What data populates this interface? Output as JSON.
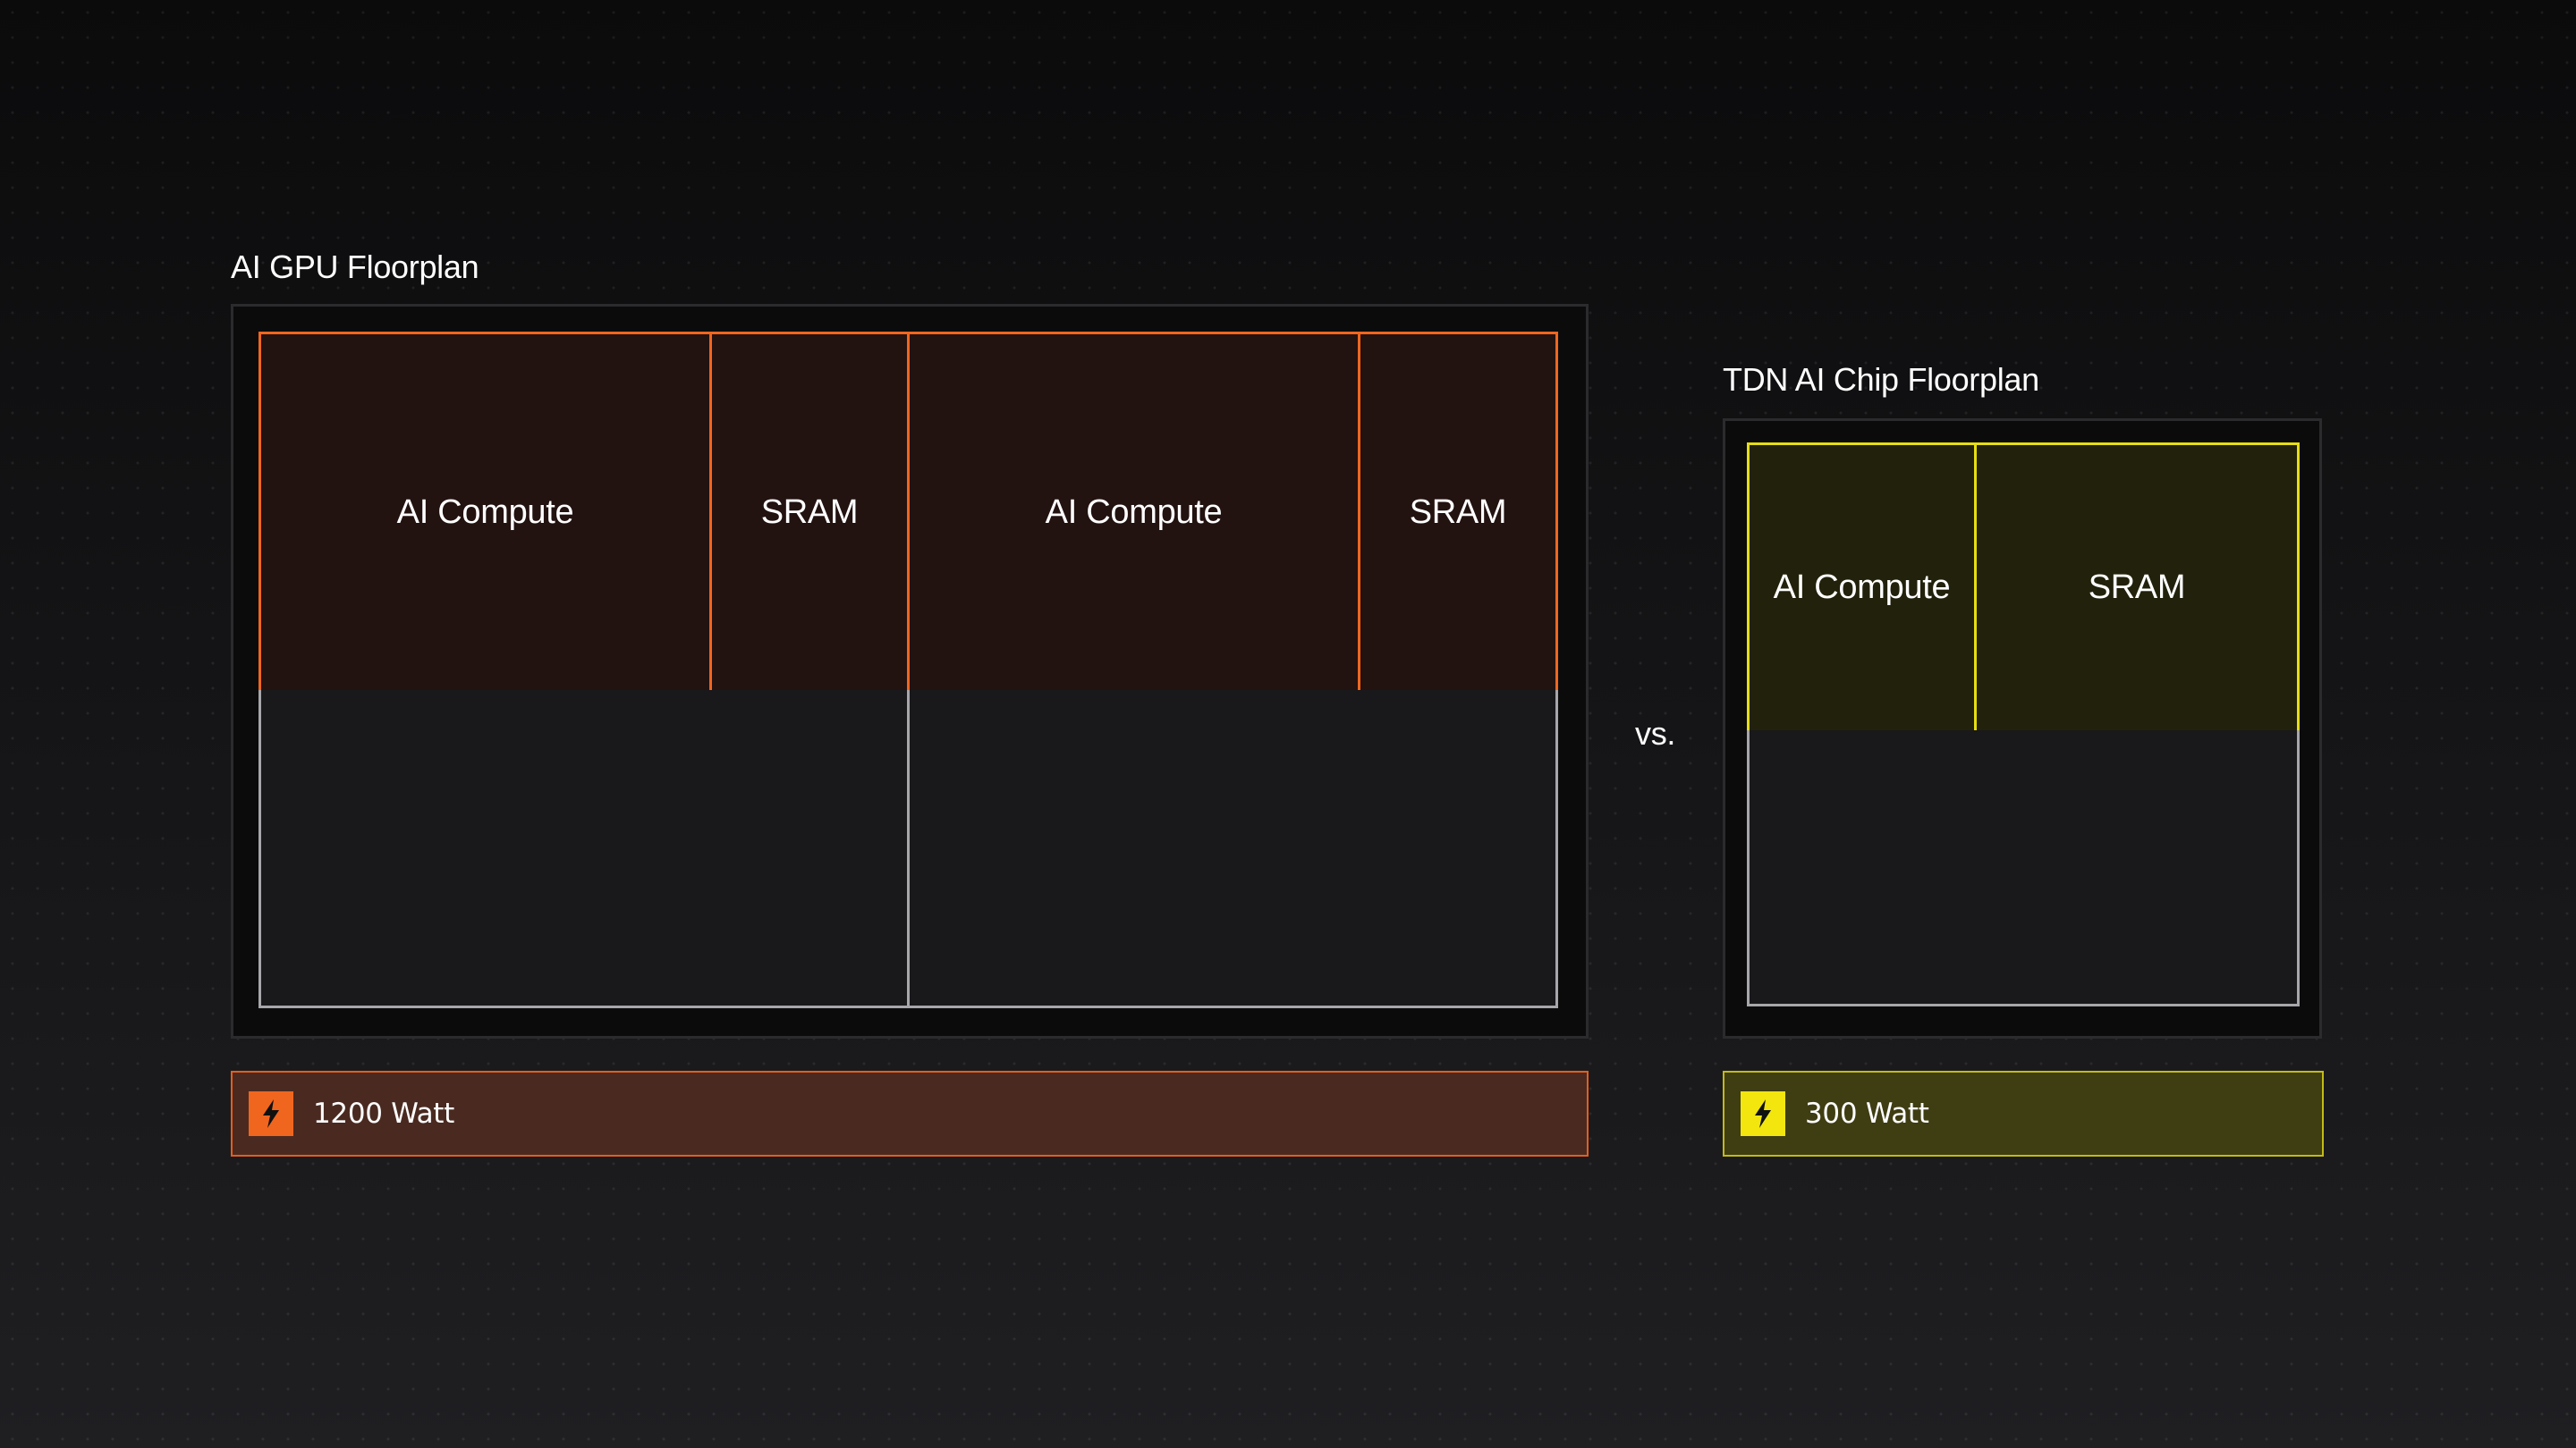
{
  "gpu": {
    "title": "AI GPU Floorplan",
    "cells": [
      "AI Compute",
      "SRAM",
      "AI Compute",
      "SRAM"
    ],
    "power": "1200 Watt",
    "accent": "#f0661f"
  },
  "tdn": {
    "title": "TDN AI Chip Floorplan",
    "cells": [
      "AI Compute",
      "SRAM"
    ],
    "power": "300 Watt",
    "accent": "#e6de12"
  },
  "separator": "vs.",
  "icons": {
    "power": "lightning-bolt-icon"
  }
}
